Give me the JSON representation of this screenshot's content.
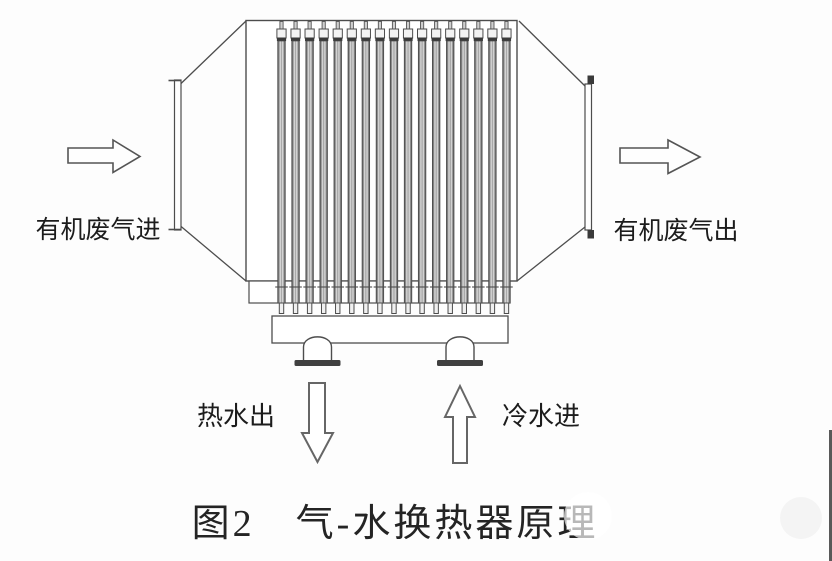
{
  "figure": {
    "caption": "图2　气-水换热器原理",
    "labels": {
      "gas_in": "有机废气进",
      "gas_out": "有机废气出",
      "hot_water_out": "热水出",
      "cold_water_in": "冷水进"
    },
    "tube_count": 17,
    "icons": {
      "gas_in_arrow": "right-flow-arrow",
      "gas_out_arrow": "right-flow-arrow",
      "hot_water_arrow": "down-flow-arrow",
      "cold_water_arrow": "up-flow-arrow"
    },
    "colors": {
      "line": "#4d4d4d",
      "tube_dark": "#3a3a3a",
      "tube_light": "#e0e0e0",
      "text": "#1c1c1c",
      "background": "#fdfdfd"
    }
  }
}
